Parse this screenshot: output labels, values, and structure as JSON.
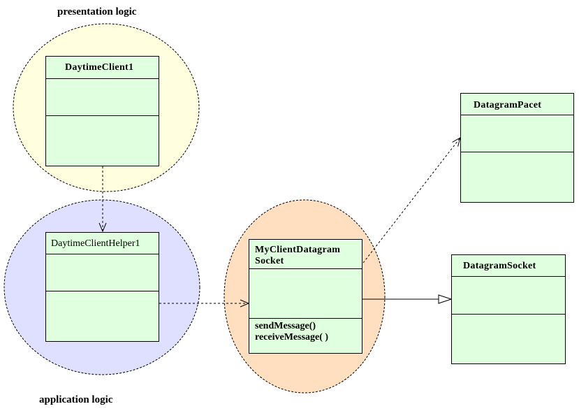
{
  "labels": {
    "presentation": "presentation logic",
    "application": "application logic"
  },
  "classes": {
    "daytime_client": {
      "name": "DaytimeClient1"
    },
    "daytime_client_helper": {
      "name": "DaytimeClientHelper1"
    },
    "my_client_datagram_socket": {
      "name_line1": "MyClientDatagram",
      "name_line2": "Socket",
      "operations": [
        "sendMessage()",
        "receiveMessage( )"
      ]
    },
    "datagram_packet": {
      "name": "DatagramPacet"
    },
    "datagram_socket": {
      "name": "DatagramSocket"
    }
  },
  "colors": {
    "presentation_region": "#ffffdf",
    "application_region": "#dfdfff",
    "socket_region": "#ffdfbf",
    "class_fill": "#dfffdf"
  }
}
